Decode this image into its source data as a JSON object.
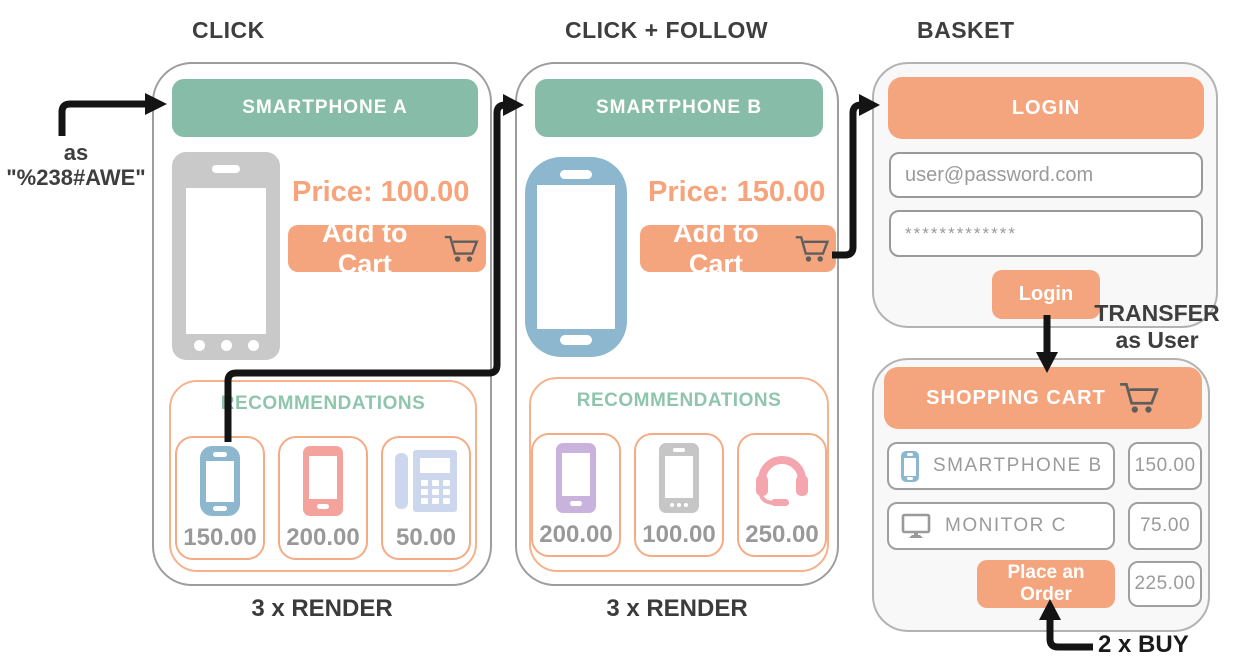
{
  "titles": {
    "panel1": "CLICK",
    "panel2": "CLICK + FOLLOW",
    "panel3": "BASKET"
  },
  "annotations": {
    "entry_as_line1": "as",
    "entry_as_line2": "\"%238#AWE\"",
    "render_panel1": "3 x RENDER",
    "render_panel2": "3 x RENDER",
    "transfer_line1": "TRANSFER",
    "transfer_line2": "as User",
    "buy": "2 x BUY"
  },
  "product_a": {
    "header": "SMARTPHONE A",
    "price": "Price: 100.00",
    "add_to_cart": "Add to Cart",
    "recommendations": {
      "title": "RECOMMENDATIONS",
      "items": [
        {
          "icon": "smartphone-blue-icon",
          "price": "150.00"
        },
        {
          "icon": "smartphone-salmon-icon",
          "price": "200.00"
        },
        {
          "icon": "fax-machine-icon",
          "price": "50.00"
        }
      ]
    }
  },
  "product_b": {
    "header": "SMARTPHONE B",
    "price": "Price: 150.00",
    "add_to_cart": "Add to Cart",
    "recommendations": {
      "title": "RECOMMENDATIONS",
      "items": [
        {
          "icon": "smartphone-purple-icon",
          "price": "200.00"
        },
        {
          "icon": "smartphone-gray-icon",
          "price": "100.00"
        },
        {
          "icon": "headset-icon",
          "price": "250.00"
        }
      ]
    }
  },
  "login": {
    "header": "LOGIN",
    "email_placeholder": "user@password.com",
    "password_masked": "*************",
    "button": "Login"
  },
  "cart": {
    "header": "SHOPPING CART",
    "items": [
      {
        "icon": "smartphone-blue-icon",
        "name": "SMARTPHONE B",
        "price": "150.00"
      },
      {
        "icon": "monitor-icon",
        "name": "MONITOR C",
        "price": "75.00"
      }
    ],
    "order_button": "Place an Order",
    "total": "225.00"
  },
  "colors": {
    "header_green": "#87bda8",
    "recommendations_green": "#8fc5ad",
    "accent_orange": "#f5a57d",
    "price_orange": "#f7a47c",
    "rec_border_orange": "#f5ab85",
    "phone_gray": "#c9c9c9",
    "phone_blue": "#8db7ce",
    "phone_salmon": "#f4a29c",
    "phone_purple": "#c9b3dc",
    "fax_lightblue": "#ccd7ee",
    "headset_pink": "#f4a5ae",
    "label_dark": "#3e3e3e",
    "muted_gray_text": "#9b9b9b",
    "arrow_black": "#141414",
    "cart_glyph_gray": "#5e5e5e"
  }
}
